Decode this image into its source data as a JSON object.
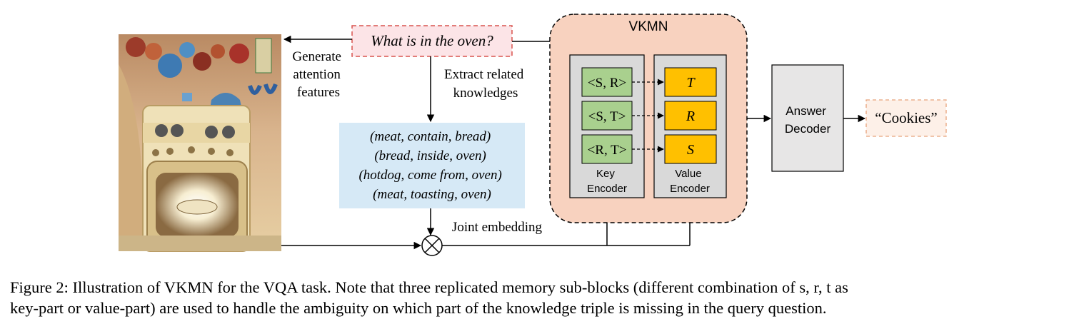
{
  "question": "What is in the oven?",
  "attention_label": [
    "Generate",
    "attention",
    "features"
  ],
  "extract_label": [
    "Extract related",
    "knowledges"
  ],
  "knowledge_triples": [
    "(meat, contain, bread)",
    "(bread, inside, oven)",
    "(hotdog, come from, oven)",
    "(meat, toasting, oven)"
  ],
  "joint_label": "Joint embedding",
  "vkmn_title": "VKMN",
  "keys": [
    "<S, R>",
    "<S, T>",
    "<R, T>"
  ],
  "values": [
    "T",
    "R",
    "S"
  ],
  "key_encoder": [
    "Key",
    "Encoder"
  ],
  "value_encoder": [
    "Value",
    "Encoder"
  ],
  "answer_decoder": [
    "Answer",
    "Decoder"
  ],
  "answer": "“Cookies”",
  "caption": {
    "line1": "Figure 2: Illustration of VKMN for the VQA task.  Note that three replicated memory sub-blocks (different combination of s, r, t as",
    "line2": "key-part or value-part) are used to handle the ambiguity on which part of the knowledge triple is missing in the query question."
  },
  "colors": {
    "question_fill": "#fce4e7",
    "question_border": "#d9534f",
    "knowledge_fill": "#d6e9f6",
    "vkmn_fill": "#f8d2bf",
    "encoder_fill": "#d9d9d9",
    "key_fill": "#a9d08e",
    "value_fill": "#ffc000",
    "decoder_fill": "#e7e6e6",
    "answer_fill": "#fdf0e8",
    "answer_border": "#e8a27a"
  }
}
